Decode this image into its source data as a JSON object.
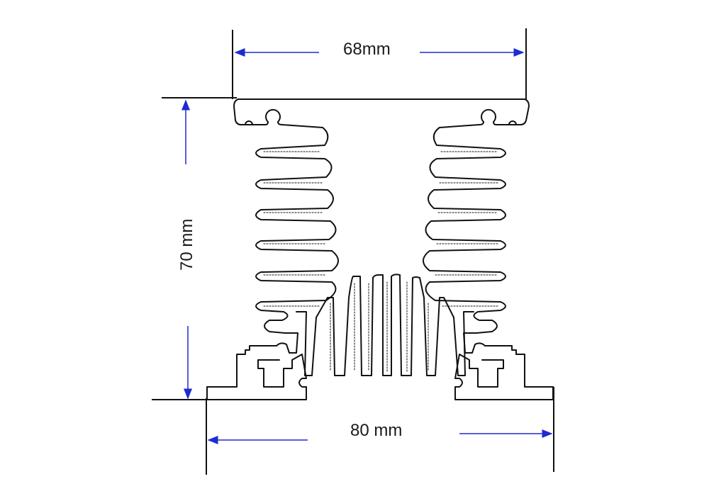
{
  "dimensions": {
    "top_width": "68mm",
    "height": "70 mm",
    "bottom_width": "80 mm"
  },
  "colors": {
    "profile_stroke": "#111111",
    "dimension_arrow": "#1f2bd1",
    "extension_line": "#111111"
  }
}
